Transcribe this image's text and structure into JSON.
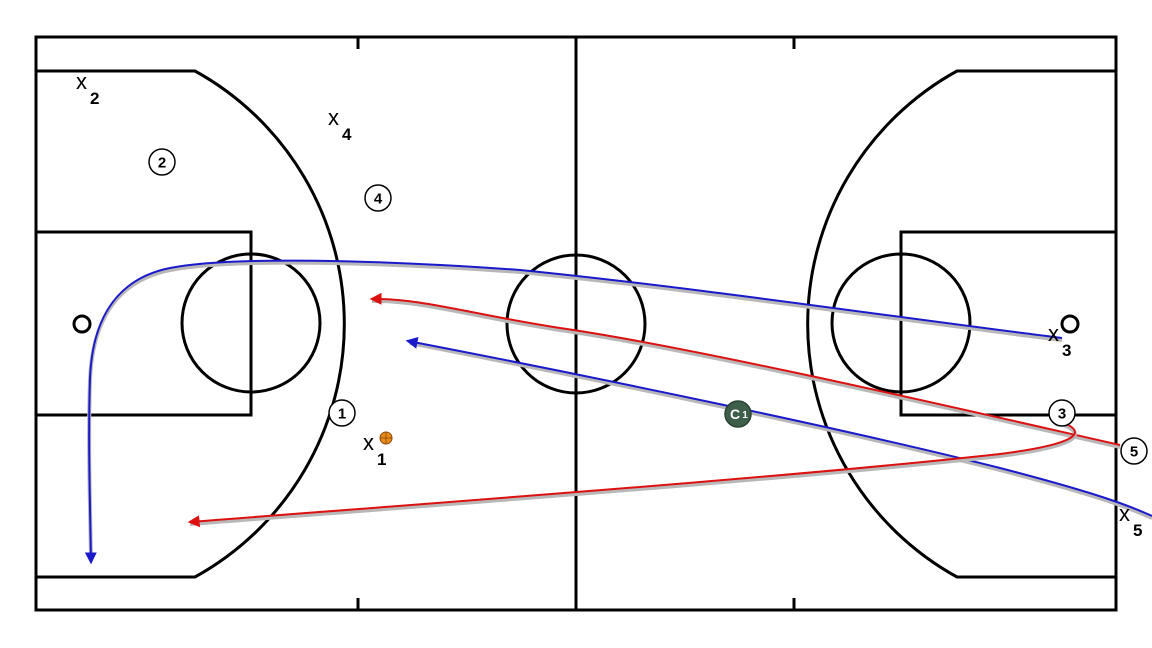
{
  "colors": {
    "court_lines": "#000000",
    "pass_blue": "#1a1acc",
    "pass_red": "#dd1111",
    "shadow": "#b8b8b8",
    "coach": "#3d5e48",
    "ball": "#e88a1a"
  },
  "offense": [
    {
      "id": "o1",
      "label": "1"
    },
    {
      "id": "o2",
      "label": "2"
    },
    {
      "id": "o3",
      "label": "3"
    },
    {
      "id": "o4",
      "label": "4"
    },
    {
      "id": "o5",
      "label": "5"
    }
  ],
  "defense": [
    {
      "id": "x1",
      "letter": "x",
      "num": "1"
    },
    {
      "id": "x2",
      "letter": "x",
      "num": "2"
    },
    {
      "id": "x3",
      "letter": "x",
      "num": "3"
    },
    {
      "id": "x4",
      "letter": "x",
      "num": "4"
    },
    {
      "id": "x5",
      "letter": "x",
      "num": "5"
    }
  ],
  "coach": {
    "letter": "C",
    "num": "1"
  },
  "ball_icon": "basketball-icon"
}
